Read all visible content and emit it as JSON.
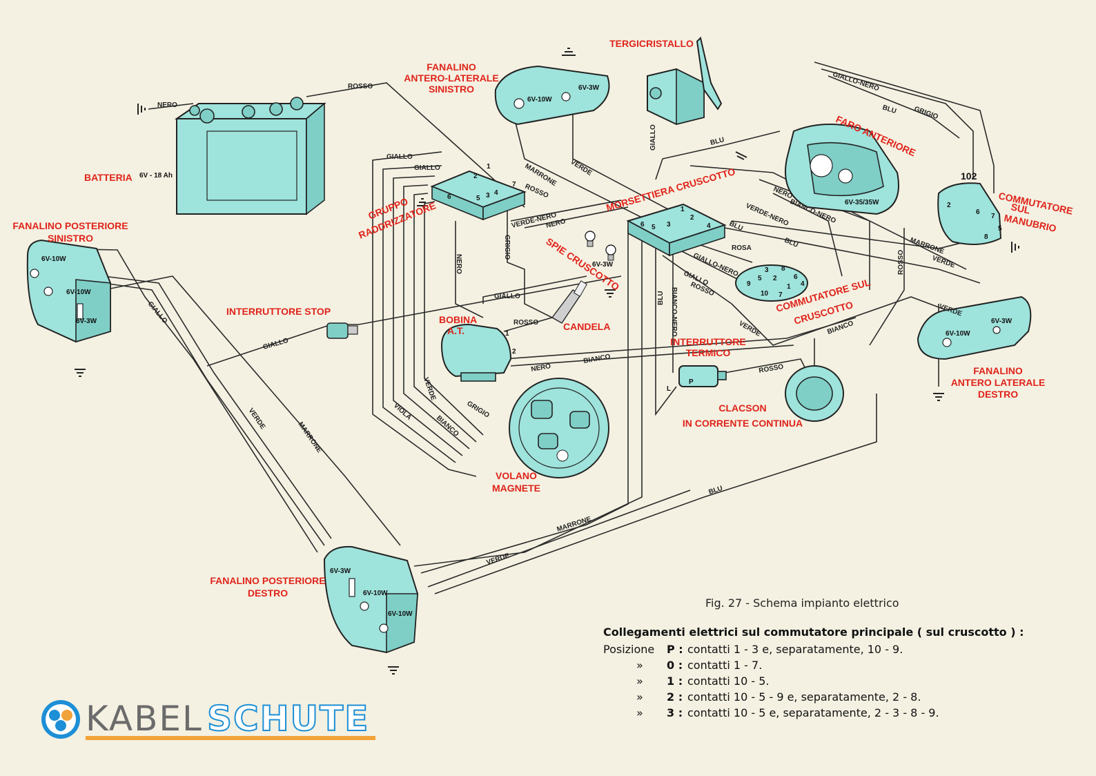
{
  "components": {
    "battery": {
      "label": "BATTERIA",
      "rating": "6V - 18 Ah"
    },
    "front_left_light": {
      "label_lines": [
        "FANALINO",
        "ANTERO-LATERALE",
        "SINISTRO"
      ],
      "rating_a": "6V-10W",
      "rating_b": "6V-3W"
    },
    "wiper": {
      "label": "TERGICRISTALLO"
    },
    "headlight": {
      "label": "FARO ANTERIORE",
      "rating": "6V-35/35W"
    },
    "handlebar_switch": {
      "label_lines": [
        "COMMUTATORE",
        "SUL",
        "MANUBRIO"
      ],
      "top_number": "102"
    },
    "rear_left_light": {
      "label_lines": [
        "FANALINO POSTERIORE",
        "SINISTRO"
      ],
      "rating_a": "6V-10W",
      "rating_b": "6V-10W",
      "rating_c": "6V-3W"
    },
    "rectifier": {
      "label_lines": [
        "GRUPPO",
        "RADDRIZZATORE"
      ]
    },
    "terminal_block": {
      "label": "MORSETTIERA CRUSCOTTO"
    },
    "dash_lamps": {
      "label": "SPIE CRUSCOTTO",
      "rating": "6V-3W"
    },
    "stop_switch": {
      "label": "INTERRUTTORE STOP"
    },
    "coil": {
      "label_lines": [
        "BOBINA",
        "A.T."
      ]
    },
    "spark_plug": {
      "label": "CANDELA"
    },
    "dash_switch": {
      "label_lines": [
        "COMMUTATORE SUL",
        "CRUSCOTTO"
      ]
    },
    "thermal_switch": {
      "label_lines": [
        "INTERRUTTORE",
        "TERMICO"
      ]
    },
    "horn": {
      "label_lines": [
        "CLACSON",
        "IN CORRENTE CONTINUA"
      ]
    },
    "front_right_light": {
      "label_lines": [
        "FANALINO",
        "ANTERO LATERALE",
        "DESTRO"
      ],
      "rating_a": "6V-10W",
      "rating_b": "6V-3W"
    },
    "flywheel": {
      "label_lines": [
        "VOLANO",
        "MAGNETE"
      ]
    },
    "rear_right_light": {
      "label_lines": [
        "FANALINO POSTERIORE",
        "DESTRO"
      ],
      "rating_a": "6V-3W",
      "rating_b": "6V-10W",
      "rating_c": "6V-10W"
    }
  },
  "wire_labels": {
    "nero": "NERO",
    "rosso": "ROSSO",
    "giallo": "GIALLO",
    "verde": "VERDE",
    "marrone": "MARRONE",
    "blu": "BLU",
    "grigio": "GRIGIO",
    "bianco": "BIANCO",
    "viola": "VIOLA",
    "rosa": "ROSA",
    "verde_nero": "VERDE-NERO",
    "giallo_nero": "GIALLO-NERO",
    "bianco_nero": "BIANCO-NERO"
  },
  "switch_numbers": [
    "1",
    "2",
    "3",
    "4",
    "5",
    "6",
    "7",
    "8",
    "9",
    "10"
  ],
  "rectifier_terminals": [
    "1",
    "2",
    "3",
    "4",
    "5",
    "6",
    "7"
  ],
  "terminal_numbers": [
    "1",
    "2",
    "3",
    "4",
    "5",
    "6"
  ],
  "coil_terminals": [
    "1",
    "2"
  ],
  "handlebar_terminals": [
    "2",
    "6",
    "7",
    "5",
    "8"
  ],
  "thermal_terminals": [
    "L",
    "P"
  ],
  "caption": "Fig. 27 - Schema impianto elettrico",
  "notes": {
    "title": "Collegamenti elettrici sul commutatore principale ( sul cruscotto ) :",
    "rows": [
      {
        "pre": "Posizione",
        "pos": "P :",
        "text": "contatti  1 - 3  e,  separatamente,  10 - 9."
      },
      {
        "pre": "»",
        "pos": "0 :",
        "text": "contatti  1 - 7."
      },
      {
        "pre": "»",
        "pos": "1 :",
        "text": "contatti  10 - 5."
      },
      {
        "pre": "»",
        "pos": "2 :",
        "text": "contatti  10 - 5 - 9  e,  separatamente,  2 - 8."
      },
      {
        "pre": "»",
        "pos": "3 :",
        "text": "contatti  10 - 5  e,  separatamente,  2 - 3 - 8 - 9."
      }
    ]
  },
  "logo": {
    "part1": "KABEL",
    "part2": "SCHUTE"
  },
  "colors": {
    "component_fill": "#9ee3dc",
    "label_red": "#e0231a",
    "paper": "#f4f1e2",
    "logo_blue": "#1d8fd6",
    "logo_orange": "#f2a23a"
  }
}
